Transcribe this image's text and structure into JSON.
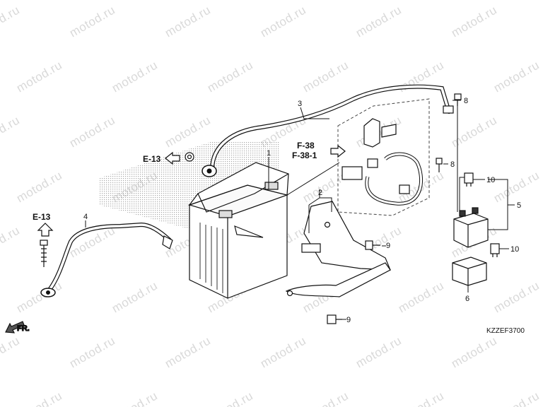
{
  "watermark": {
    "text": "motod.ru"
  },
  "part_numbers": {
    "battery": "1",
    "bracket": "2",
    "positive_cable": "3",
    "ground_cable": "4",
    "starter_relay": "5",
    "relay_cover": "6",
    "bolt_top": "8",
    "bolt_mid": "8",
    "bolt_upper": "9",
    "bolt_lower": "9",
    "fuse_upper": "10",
    "fuse_lower": "10"
  },
  "references": {
    "e13_side": "E-13",
    "e13_top": "E-13",
    "f38": "F-38",
    "f38_1": "F-38-1"
  },
  "front_label": "FR.",
  "diagram_code": "KZZEF3700"
}
